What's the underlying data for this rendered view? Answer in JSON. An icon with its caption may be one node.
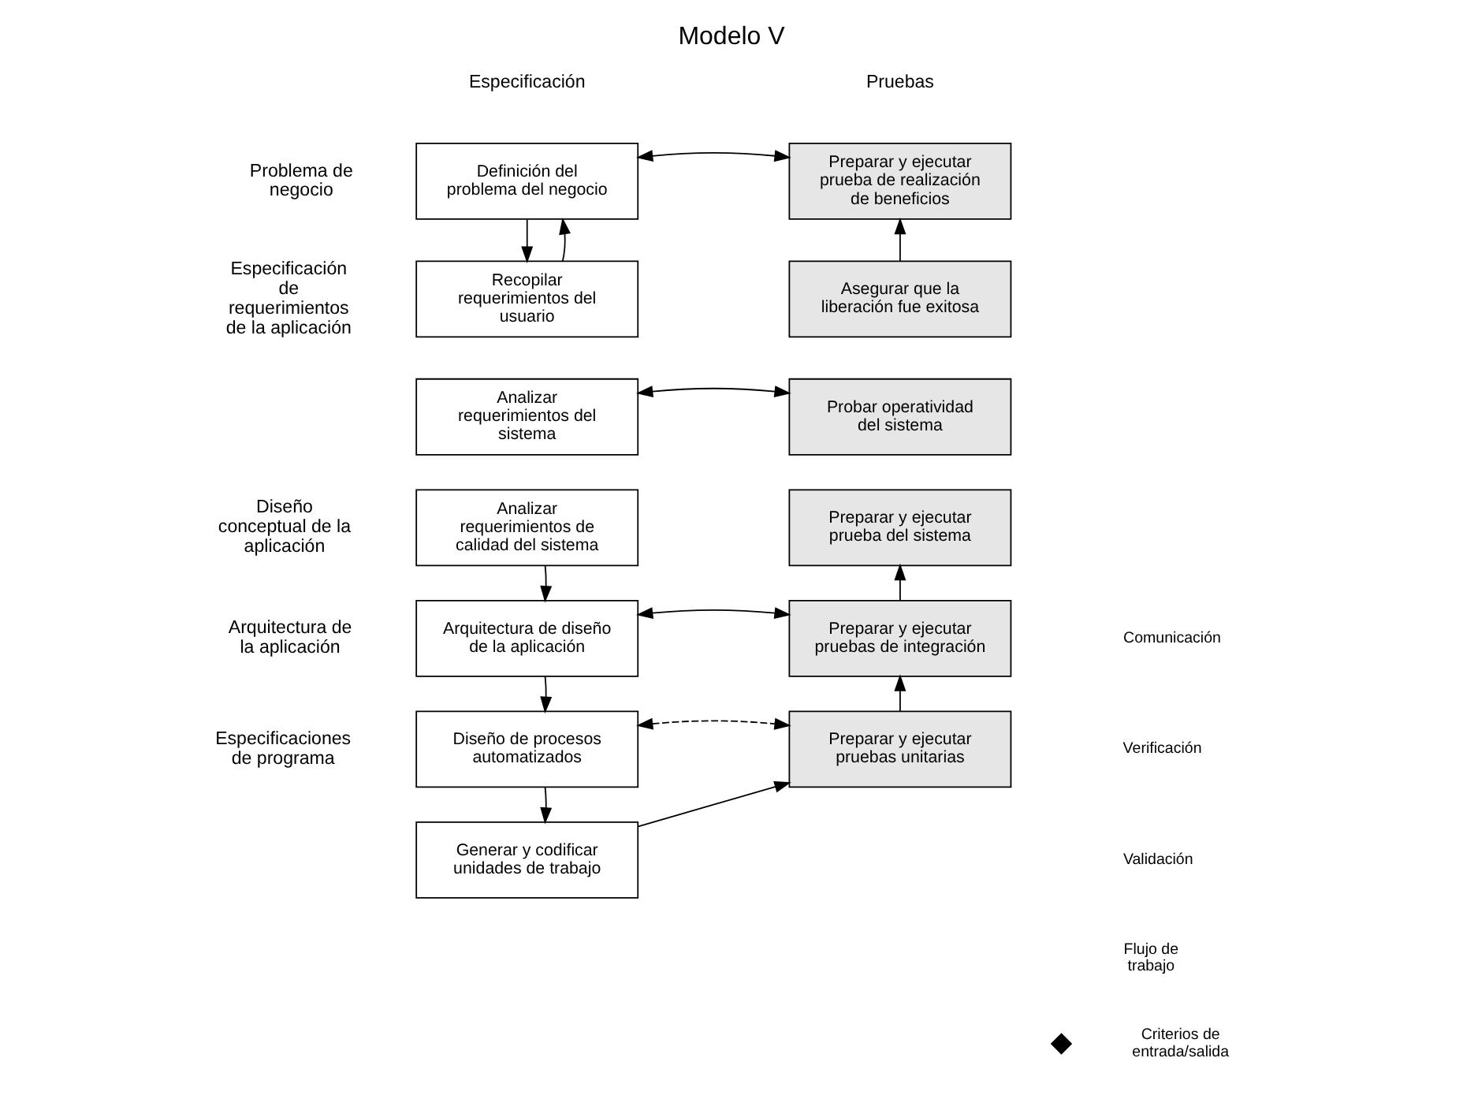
{
  "diagram": {
    "title": "Modelo V",
    "nodes": [
      {
        "text": [
          "Definición del problema del negocio"
        ]
      },
      {
        "text": [
          "Recopilar requerimientos del usuario"
        ]
      },
      {
        "text": [
          "Analizar requerimientos del sistema"
        ]
      },
      {
        "text": [
          "Analizar requerimientos de calidad del sistema"
        ]
      },
      {
        "text": [
          "Arquitectura de diseño de la aplicación"
        ]
      },
      {
        "text": [
          "Diseño de procesos automatizados"
        ]
      },
      {
        "text": [
          "Generar y codificar unidades de trabajo"
        ]
      },
      {
        "text": [
          "Preparar y ejecutar pruebas unitarias"
        ]
      },
      {
        "text": [
          "Preparar y ejecutar pruebas de integración"
        ]
      },
      {
        "text": [
          "Preparar y ejecutar prueba del sistema"
        ]
      },
      {
        "text": [
          "Probar operatividad del sistema"
        ]
      },
      {
        "text": [
          "Asegurar que la liberación fue exitosa"
        ]
      },
      {
        "text": [
          "Preparar y ejecutar prueba de realización de beneficios"
        ]
      }
    ],
    "edges": [
      {
        "from": 0,
        "to": 1,
        "arrow": "to"
      },
      {
        "from": 1,
        "to": 0,
        "arrow": "to"
      },
      {
        "from": 3,
        "to": 4,
        "arrow": "to"
      },
      {
        "from": 4,
        "to": 5,
        "arrow": "to"
      },
      {
        "from": 5,
        "to": 6,
        "arrow": "to"
      },
      {
        "from": 6,
        "to": 7,
        "arrow": "to"
      },
      {
        "from": 7,
        "to": 8,
        "arrow": "to"
      },
      {
        "from": 8,
        "to": 9,
        "arrow": "to"
      },
      {
        "from": 11,
        "to": 12,
        "arrow": "to"
      },
      {
        "from": 0,
        "to": 12,
        "arrow": "both"
      },
      {
        "from": 2,
        "to": 10,
        "arrow": "both"
      },
      {
        "from": 4,
        "to": 8,
        "arrow": "both"
      },
      {
        "from": 5,
        "to": 7,
        "arrow": "both",
        "style": "dashed"
      }
    ],
    "labels": [
      "Especificación",
      "Pruebas",
      "Problema de negocio",
      "Especificación de requerimientos de la aplicación",
      "Diseño conceptual de la aplicación",
      "Arquitectura de la aplicación",
      "Especificaciones de programa"
    ],
    "legend": [
      {
        "text": "Comunicación"
      },
      {
        "text": "Verificación"
      },
      {
        "text": "Validación"
      },
      {
        "text": "Flujo de trabajo"
      },
      {
        "text": "Criterios de entrada/salida"
      }
    ]
  }
}
